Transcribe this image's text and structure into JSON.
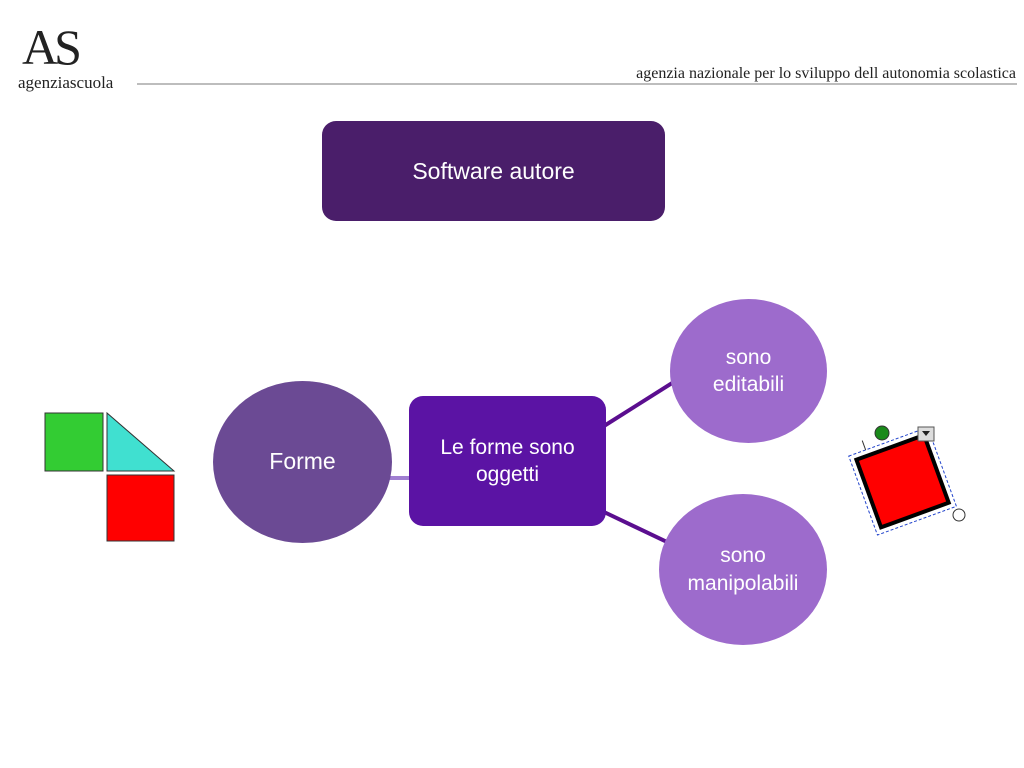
{
  "header": {
    "logo_mark": "AS",
    "logo_name": "agenziascuola",
    "tagline": "agenzia nazionale per lo sviluppo dell autonomia scolastica"
  },
  "title": "Software autore",
  "diagram": {
    "nodes": {
      "forme": "Forme",
      "center_line1": "Le forme sono",
      "center_line2": "oggetti",
      "editabili_line1": "sono",
      "editabili_line2": "editabili",
      "manipolabili_line1": "sono",
      "manipolabili_line2": "manipolabili"
    }
  },
  "colors": {
    "title_box": "#4a1e6a",
    "forme": "#6b4a94",
    "center": "#5b13a4",
    "leaf": "#9d6bcc",
    "connector_dark": "#5b0e8f",
    "connector_light": "#a07fd1",
    "shape_green": "#33cc33",
    "shape_cyan": "#40e0d0",
    "shape_red": "#ff0000"
  }
}
